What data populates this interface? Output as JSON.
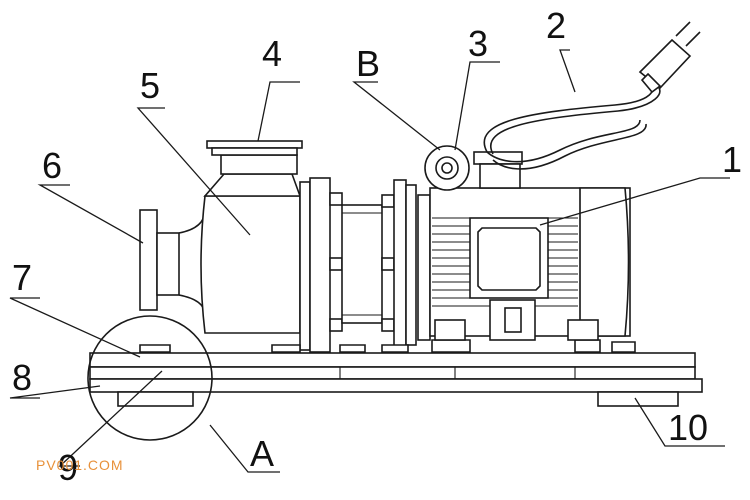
{
  "labels": {
    "l1": "1",
    "l2": "2",
    "l3": "3",
    "l4": "4",
    "l5": "5",
    "l6": "6",
    "l7": "7",
    "l8": "8",
    "l9": "9",
    "l10": "10",
    "lA": "A",
    "lB": "B"
  },
  "watermark": "PV001.COM"
}
